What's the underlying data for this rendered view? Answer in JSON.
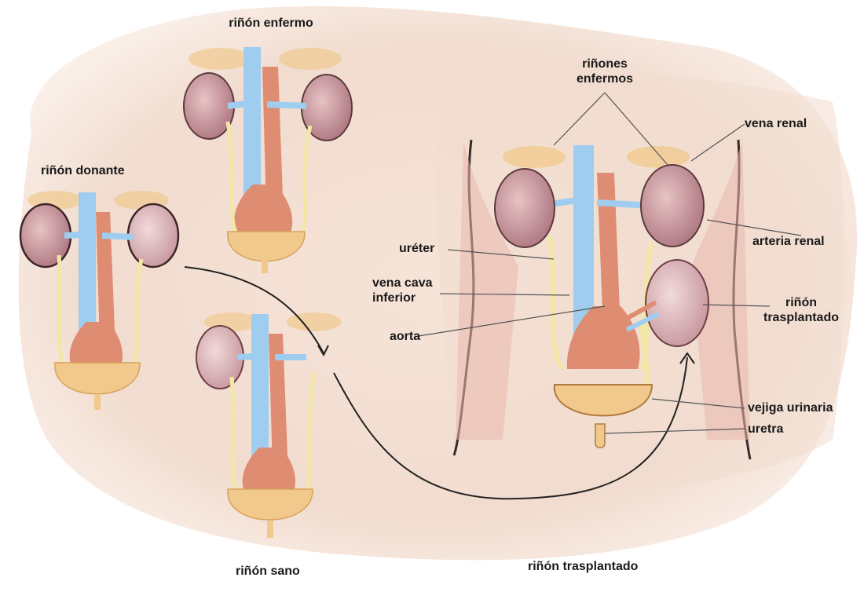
{
  "labels": {
    "rinon_enfermo": "riñón enfermo",
    "rinon_donante": "riñón donante",
    "rinon_sano": "riñón sano",
    "rinon_trasplantado_caption": "riñón trasplantado",
    "rinones_enfermos": [
      "riñones",
      "enfermos"
    ],
    "vena_renal": "vena renal",
    "arteria_renal": "arteria renal",
    "ureter": "uréter",
    "vena_cava_inferior": [
      "vena cava",
      "inferior"
    ],
    "aorta": "aorta",
    "rinon_trasplantado": [
      "riñón",
      "trasplantado"
    ],
    "vejiga_urinaria": "vejiga urinaria",
    "uretra": "uretra"
  },
  "colors": {
    "background_wash": "#f3e0d4",
    "vein": "#8fc3ea",
    "artery": "#d9836b",
    "ureter": "#f2e6a0",
    "kidney_diseased": "#b47f86",
    "kidney_healthy": "#c58c95",
    "bladder": "#f0c989",
    "body_outline": "#3a2a2a",
    "leader_line": "#555555"
  }
}
